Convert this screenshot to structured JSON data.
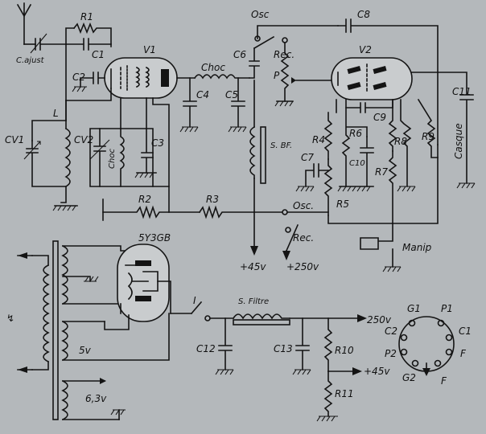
{
  "labels": {
    "antenna_cap": "C.ajust",
    "r1": "R1",
    "c1": "C1",
    "v1": "V1",
    "c2": "C2",
    "l": "L",
    "cv1": "CV1",
    "cv2": "CV2",
    "choc_v1": "Choc",
    "c3": "C3",
    "choc_plate": "Choc",
    "c4": "C4",
    "c5": "C5",
    "c6": "C6",
    "rec_top": "Rec.",
    "osc_top": "Osc",
    "c8": "C8",
    "p": "P",
    "v2": "V2",
    "c11": "C11",
    "casque": "Casque",
    "c9": "C9",
    "r4": "R4",
    "r6": "R6",
    "c10": "C10",
    "r8": "R8",
    "r9": "R9",
    "c7": "C7",
    "r7": "R7",
    "r5": "R5",
    "sbf": "S. BF.",
    "r2": "R2",
    "r3": "R3",
    "osc_bottom": "Osc.",
    "rec_bottom": "Rec.",
    "manip": "Manip",
    "plus45": "+45v",
    "plus250": "+250v",
    "rectifier": "5Y3GB",
    "i": "I",
    "sfiltre": "S. Filtre",
    "v250": "250v",
    "c12": "C12",
    "c13": "C13",
    "r10": "R10",
    "v45": "+45v",
    "r11": "R11",
    "v5": "5v",
    "v63": "6,3v",
    "g1": "G1",
    "p1": "P1",
    "c2pin": "C2",
    "c1pin": "C1",
    "p2": "P2",
    "fpin_r": "F",
    "g2": "G2",
    "fpin_b": "F"
  }
}
